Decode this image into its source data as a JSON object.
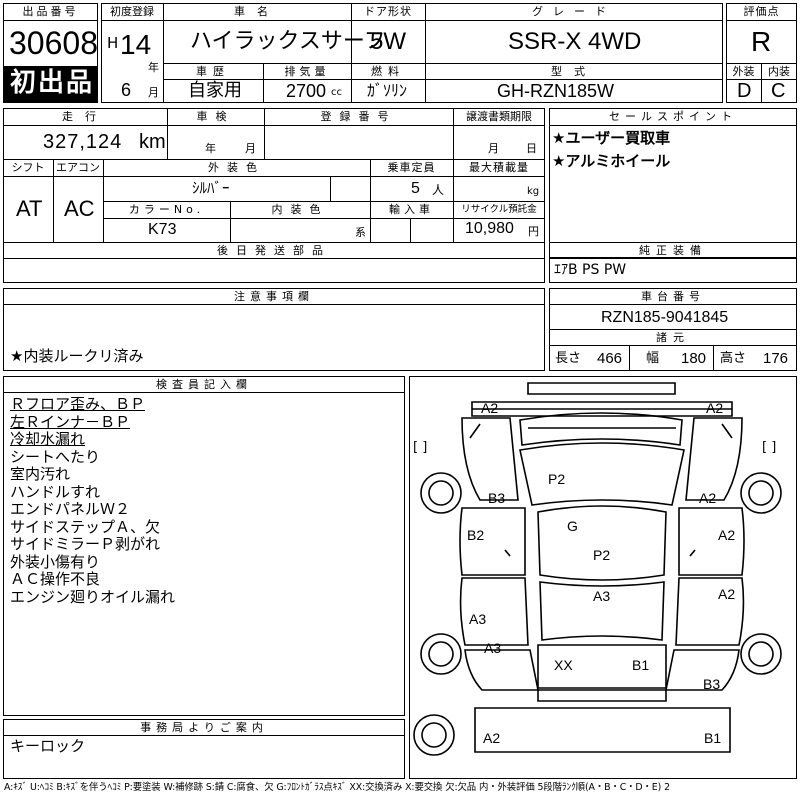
{
  "header": {
    "lot_number_label": "出品番号",
    "lot_number": "30608",
    "first_listing": "初出品",
    "first_reg_label": "初度登録",
    "era": "H",
    "year": "14",
    "year_unit": "年",
    "month": "6",
    "month_unit": "月",
    "car_name_label": "車名",
    "car_name": "ハイラックスサーフ",
    "door_label": "ドア形状",
    "door": "5W",
    "grade_label": "グレード",
    "grade": "SSR-X 4WD",
    "score_label": "評価点",
    "score": "R",
    "history_label": "車歴",
    "history": "自家用",
    "displacement_label": "排気量",
    "displacement": "2700",
    "displacement_unit": "cc",
    "fuel_label": "燃料",
    "fuel": "ｶﾞｿﾘﾝ",
    "model_code_label": "型式",
    "model_code": "GH-RZN185W",
    "exterior_label": "外装",
    "exterior": "D",
    "interior_label": "内装",
    "interior": "C"
  },
  "row2": {
    "mileage_label": "走行",
    "mileage": "327,124",
    "mileage_unit": "km",
    "inspection_label": "車検",
    "inspection_year_unit": "年",
    "inspection_month_unit": "月",
    "reg_number_label": "登録番号",
    "transfer_deadline_label": "譲渡書類期限",
    "transfer_month_unit": "月",
    "transfer_day_unit": "日",
    "shift_label": "シフト",
    "shift": "AT",
    "ac_label": "エアコン",
    "ac": "AC",
    "color_label": "外装色",
    "color": "ｼﾙﾊﾞｰ",
    "capacity_label": "乗車定員",
    "capacity": "5",
    "capacity_unit": "人",
    "max_load_label": "最大積載量",
    "max_load_unit": "kg",
    "color_no_label": "カラーNo.",
    "color_no": "K73",
    "interior_color_label": "内装色",
    "interior_color_unit": "系",
    "import_label": "輸入車",
    "recycle_label": "リサイクル預託金",
    "recycle": "10,980",
    "recycle_unit": "円",
    "later_parts_label": "後日発送部品"
  },
  "selling_points": {
    "label": "セールスポイント",
    "items": [
      "★ユーザー買取車",
      "★アルミホイール"
    ]
  },
  "equipment": {
    "label": "純正装備",
    "value": "ｴｱB PS PW"
  },
  "notes": {
    "label": "注意事項欄",
    "value": "★内装ルークリ済み"
  },
  "chassis": {
    "label": "車台番号",
    "value": "RZN185-9041845",
    "dims_label": "諸元",
    "length_label": "長さ",
    "length": "466",
    "width_label": "幅",
    "width": "180",
    "height_label": "高さ",
    "height": "176"
  },
  "inspector": {
    "label": "検査員記入欄",
    "lines": [
      "Ｒフロア歪み、ＢＰ",
      "左Ｒインナ－ＢＰ",
      "冷却水漏れ",
      "シートへたり",
      "室内汚れ",
      "ハンドルすれ",
      "エンドパネルＷ２",
      "サイドステップＡ、欠",
      "サイドミラーＰ剥がれ",
      "外装小傷有り",
      "ＡＣ操作不良",
      "エンジン廻りオイル漏れ"
    ]
  },
  "office": {
    "label": "事務局よりご案内",
    "value": "キーロック"
  },
  "diagram": {
    "marks": [
      "A2",
      "A2",
      "P2",
      "B3",
      "A2",
      "G",
      "B2",
      "A2",
      "P2",
      "A3",
      "A2",
      "A3",
      "A3",
      "XX",
      "B1",
      "B3",
      "A2",
      "B1"
    ],
    "bracket_left": "[  ]",
    "bracket_right": "[  ]"
  },
  "legend": "A:ｷｽﾞ U:ﾍｺﾐ B:ｷｽﾞを伴うﾍｺﾐ P:要塗装 W:補修跡 S:錆 C:腐食、欠 G:ﾌﾛﾝﾄｶﾞﾗｽ点ｷｽﾞ XX:交換済み X:要交換 欠:欠品 内・外装評価 5段階ﾗﾝｸ順(A・B・C・D・E) 2"
}
